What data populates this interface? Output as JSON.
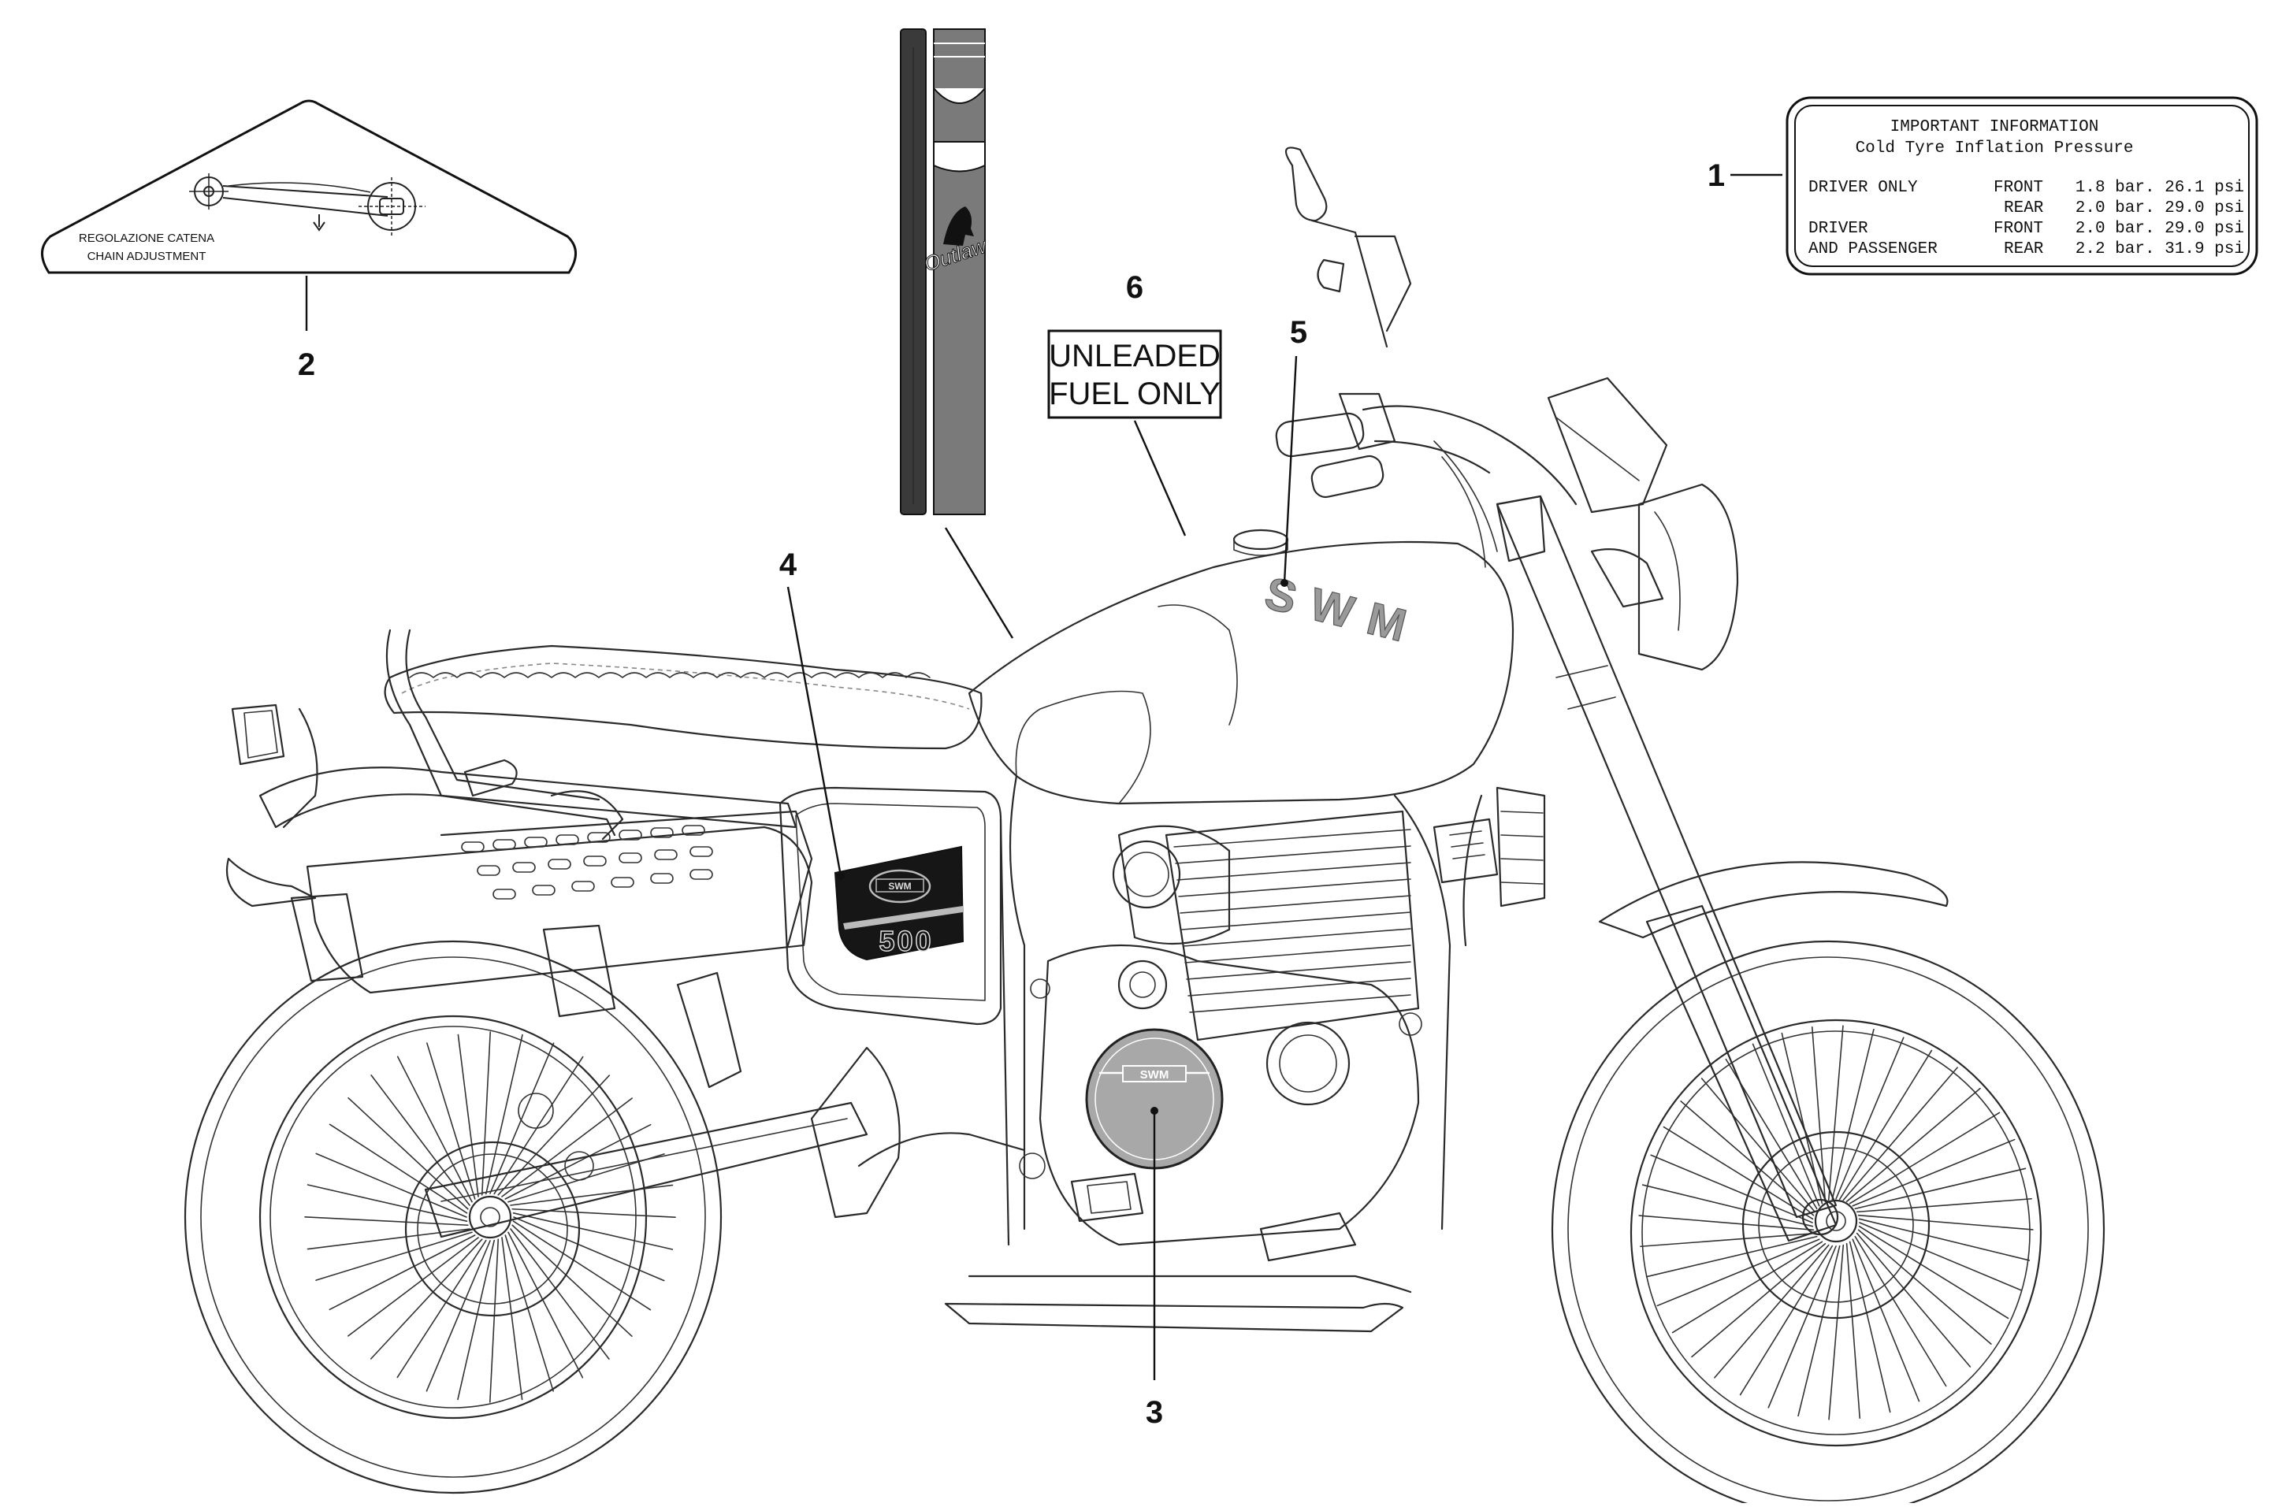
{
  "callouts": [
    {
      "id": "1",
      "label": "1"
    },
    {
      "id": "2",
      "label": "2"
    },
    {
      "id": "3",
      "label": "3"
    },
    {
      "id": "4",
      "label": "4"
    },
    {
      "id": "5",
      "label": "5"
    },
    {
      "id": "6",
      "label": "6"
    }
  ],
  "tyre_label": {
    "title": "IMPORTANT INFORMATION",
    "subtitle": "Cold Tyre Inflation Pressure",
    "rows": [
      {
        "rider": "DRIVER ONLY",
        "position": "FRONT",
        "values": "1.8 bar. 26.1 psi"
      },
      {
        "rider": "",
        "position": "REAR",
        "values": "2.0 bar. 29.0 psi"
      },
      {
        "rider": "DRIVER",
        "position": "FRONT",
        "values": "2.0 bar. 29.0 psi"
      },
      {
        "rider": "AND PASSENGER",
        "position": "REAR",
        "values": "2.2 bar. 31.9 psi"
      }
    ]
  },
  "chain_label": {
    "line1": "REGOLAZIONE CATENA",
    "line2": "CHAIN ADJUSTMENT"
  },
  "fuel_label": {
    "line1": "UNLEADED",
    "line2": "FUEL ONLY"
  },
  "tank_logo": "SWM",
  "side_panel": {
    "logo": "SWM",
    "model": "500"
  },
  "stripe_script": "Outlaw",
  "colors": {
    "stripe_dark": "#3a3a3a",
    "stripe_gray": "#7a7a7a",
    "panel_black": "#161616",
    "logo_gray": "#9a9a9a",
    "engine_cover_gray": "#a8a8a8"
  }
}
